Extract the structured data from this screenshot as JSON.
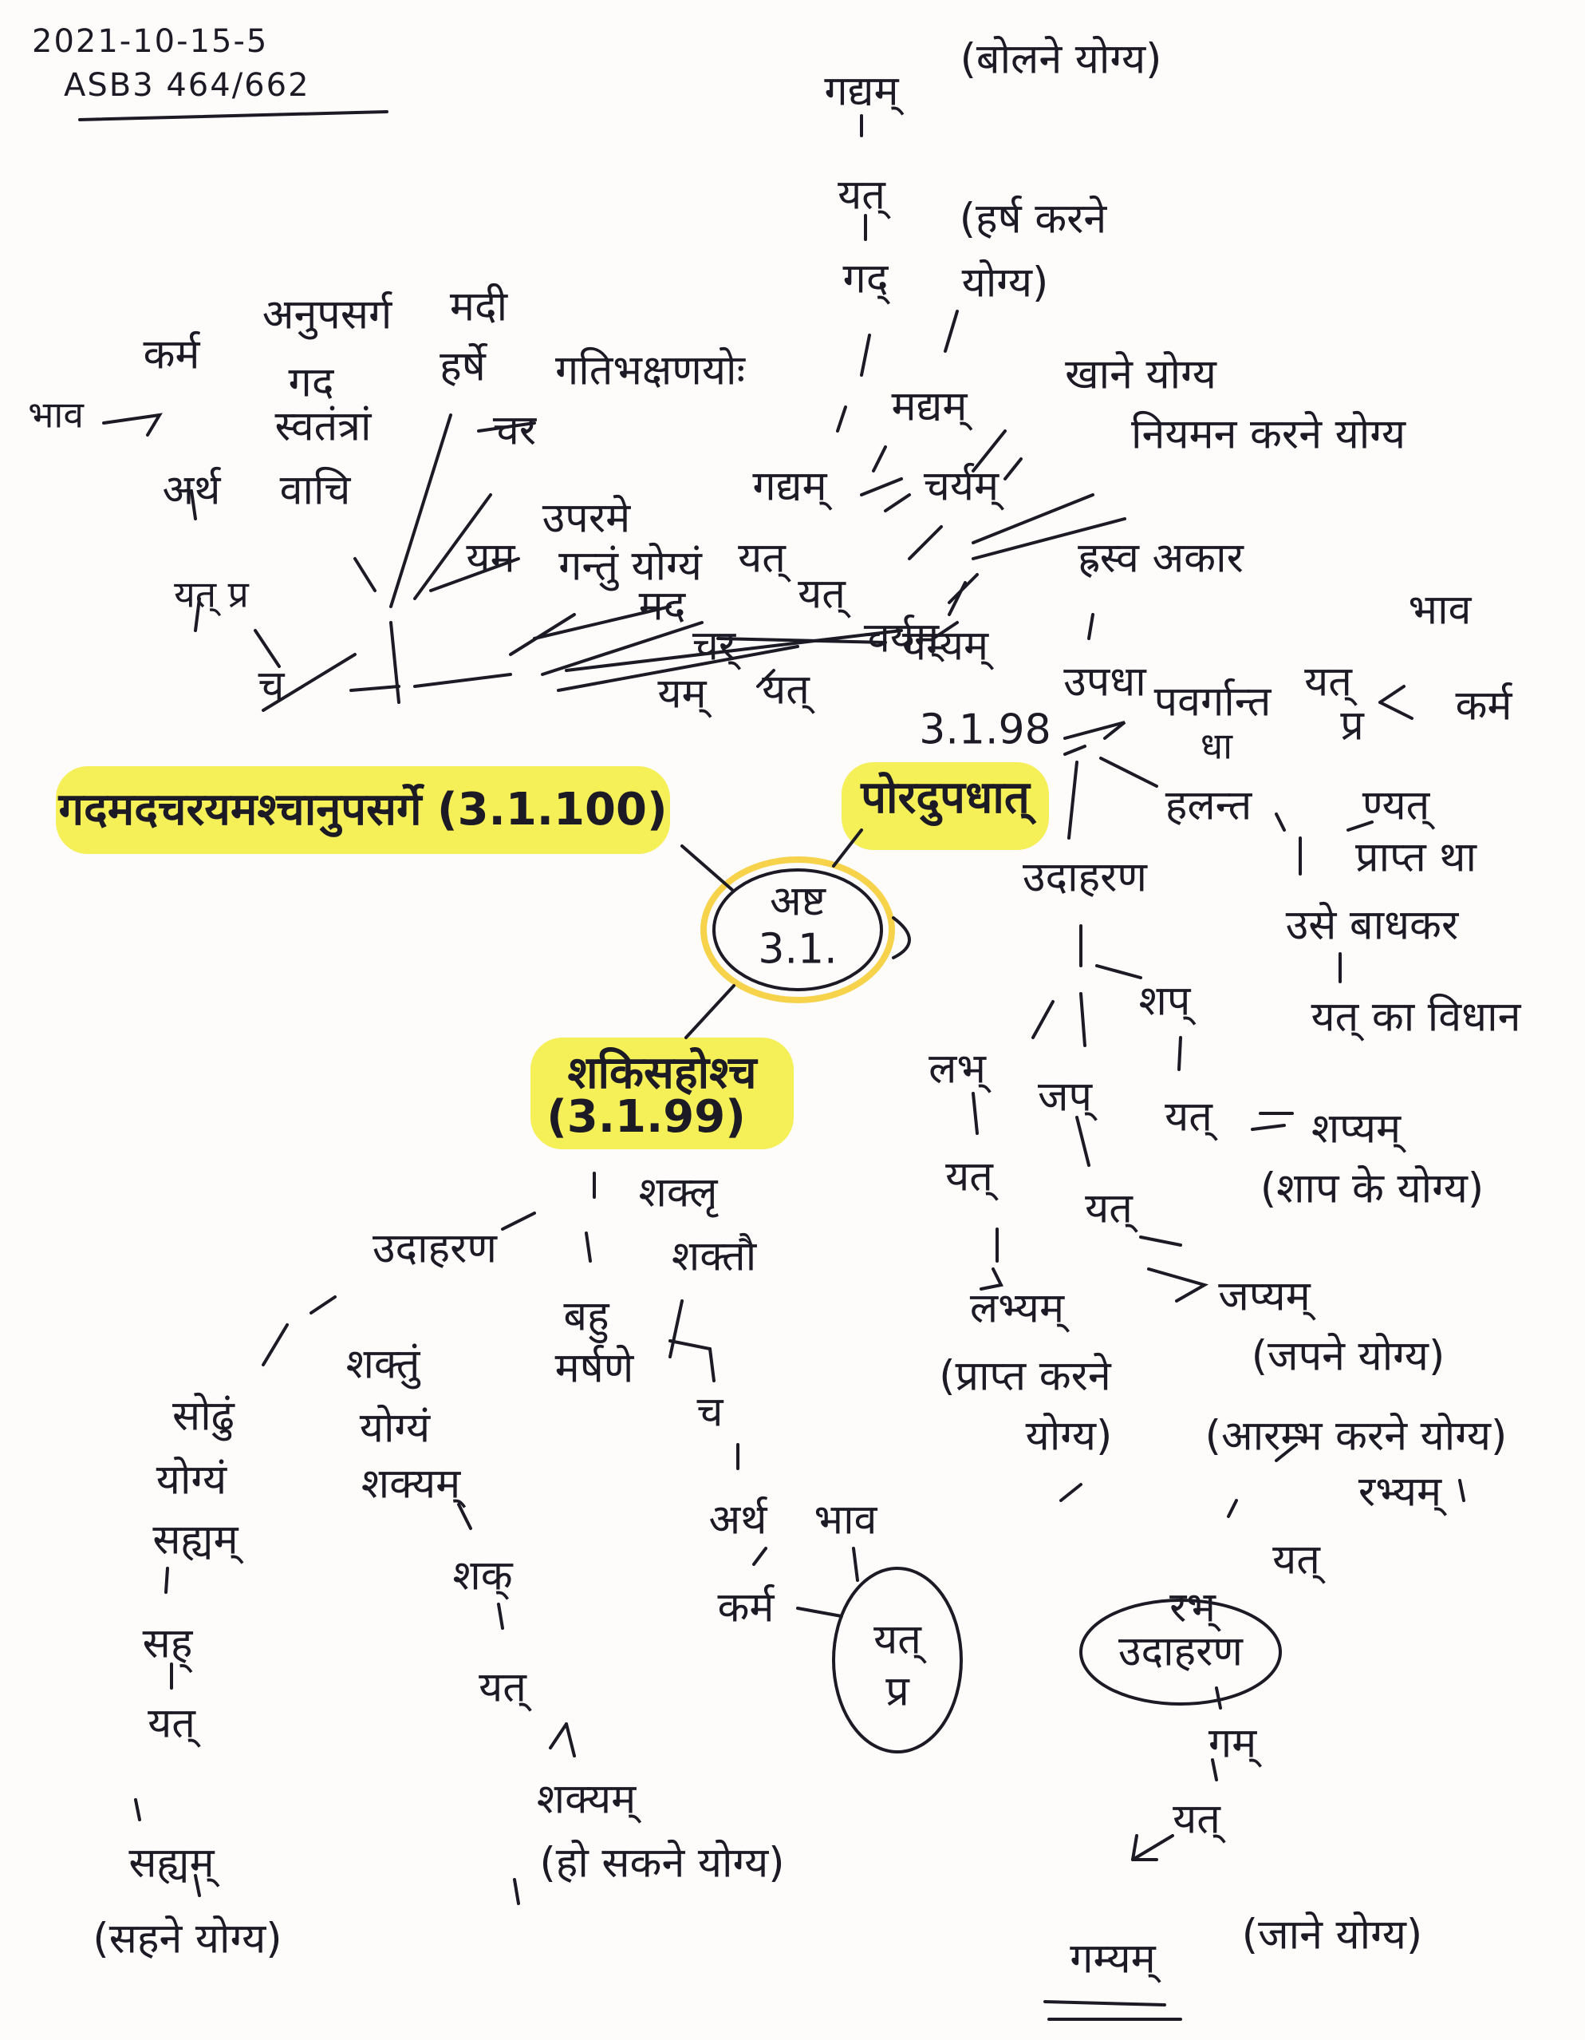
{
  "header": {
    "line1": "2021-10-15-5",
    "line2": "ASB3 464/662"
  },
  "center": {
    "line1": "अष्ट",
    "line2": "3.1."
  },
  "sutras": {
    "s100": "गदमदचरयमश्चानुपसर्गे (3.1.100)",
    "s98": "पोरदुपधात्",
    "s98_num": "3.1.98",
    "s99a": "शकिसहोश्च",
    "s99b": "(3.1.99)"
  },
  "left": {
    "karma": "कर्म",
    "bhava": "भाव",
    "artha": "अर्थ",
    "yat_pra": "यत् प्र",
    "cha": "च",
    "anupasarga": "अनुपसर्ग",
    "gada": "गद",
    "svatantram": "स्वतंत्रां",
    "vachi": "वाचि",
    "madi": "मदी",
    "harshe": "हर्षे",
    "chara": "चर",
    "gati": "गतिभक्षणयोः",
    "yama": "यम",
    "uparame": "उपरमे",
    "gantum": "गन्तुं योग्यं",
    "gadyam": "गद्यम्",
    "mad": "मद",
    "yat1": "यत्",
    "yat2": "यत्",
    "char2": "चर्",
    "yam2": "यम्",
    "yat3": "यत्",
    "charyam": "चर्यम्"
  },
  "top": {
    "gadyam": "गद्यम्",
    "bolne": "(बोलने योग्य)",
    "yat": "यत्",
    "harsh": "(हर्ष करने",
    "gad": "गद्",
    "yogya": "योग्य)",
    "madyam": "मद्यम्",
    "khane": "खाने योग्य",
    "charyam": "चर्यम्",
    "niyaman": "नियमन करने योग्य",
    "yamyam": "यम्यम्"
  },
  "right": {
    "hrasva": "ह्रस्व अकार",
    "upadha": "उपधा",
    "pavargant": "पवर्गान्त",
    "dhatu": "धा",
    "yat": "यत्",
    "pra": "प्र",
    "bhava": "भाव",
    "karma": "कर्म",
    "halanta": "हलन्त",
    "nyat": "ण्यत्",
    "prapt": "प्राप्त था",
    "usebadh": "उसे बाधकर",
    "yatvidhan": "यत् का विधान",
    "udaharan": "उदाहरण",
    "shap": "शप्",
    "yat_shap": "यत्",
    "shapyam": "शप्यम्",
    "shapke": "(शाप के योग्य)",
    "labh": "लभ्",
    "jap": "जप्",
    "yat_labh": "यत्",
    "yat_jap": "यत्",
    "labhyam": "लभ्यम्",
    "praptkarne": "(प्राप्त करने",
    "yogya1": "योग्य)",
    "japyam": "जप्यम्",
    "japne": "(जपने योग्य)",
    "arambh": "(आरम्भ करने योग्य)",
    "rabhyam": "रभ्यम्",
    "rabh": "रभ्",
    "yat_rabh": "यत्",
    "udaharan2": "उदाहरण",
    "gam": "गम्",
    "yat_gam": "यत्",
    "gamyam": "गम्यम्",
    "jaane": "(जाने योग्य)"
  },
  "bottom": {
    "shakal": "शक्लृ",
    "shaktau": "शक्तौ",
    "udaharan": "उदाहरण",
    "shaktum": "शक्तुं",
    "yogyam": "योग्यं",
    "shakyam": "शक्यम्",
    "bahu": "बहु",
    "marshane": "मर्षणे",
    "cha": "च",
    "sodhum": "सोढुं",
    "yogyam2": "योग्यं",
    "sahyam": "सह्यम्",
    "shak": "शक्",
    "artha": "अर्थ",
    "bhava": "भाव",
    "karma": "कर्म",
    "yatpra": "यत्",
    "pra": "प्र",
    "sah": "सह्",
    "yat_shak": "यत्",
    "yat_sah": "यत्",
    "shakyam2": "शक्यम्",
    "hosakne": "(हो सकने योग्य)",
    "sahyam2": "सह्यम्",
    "sahne": "(सहने योग्य)"
  }
}
